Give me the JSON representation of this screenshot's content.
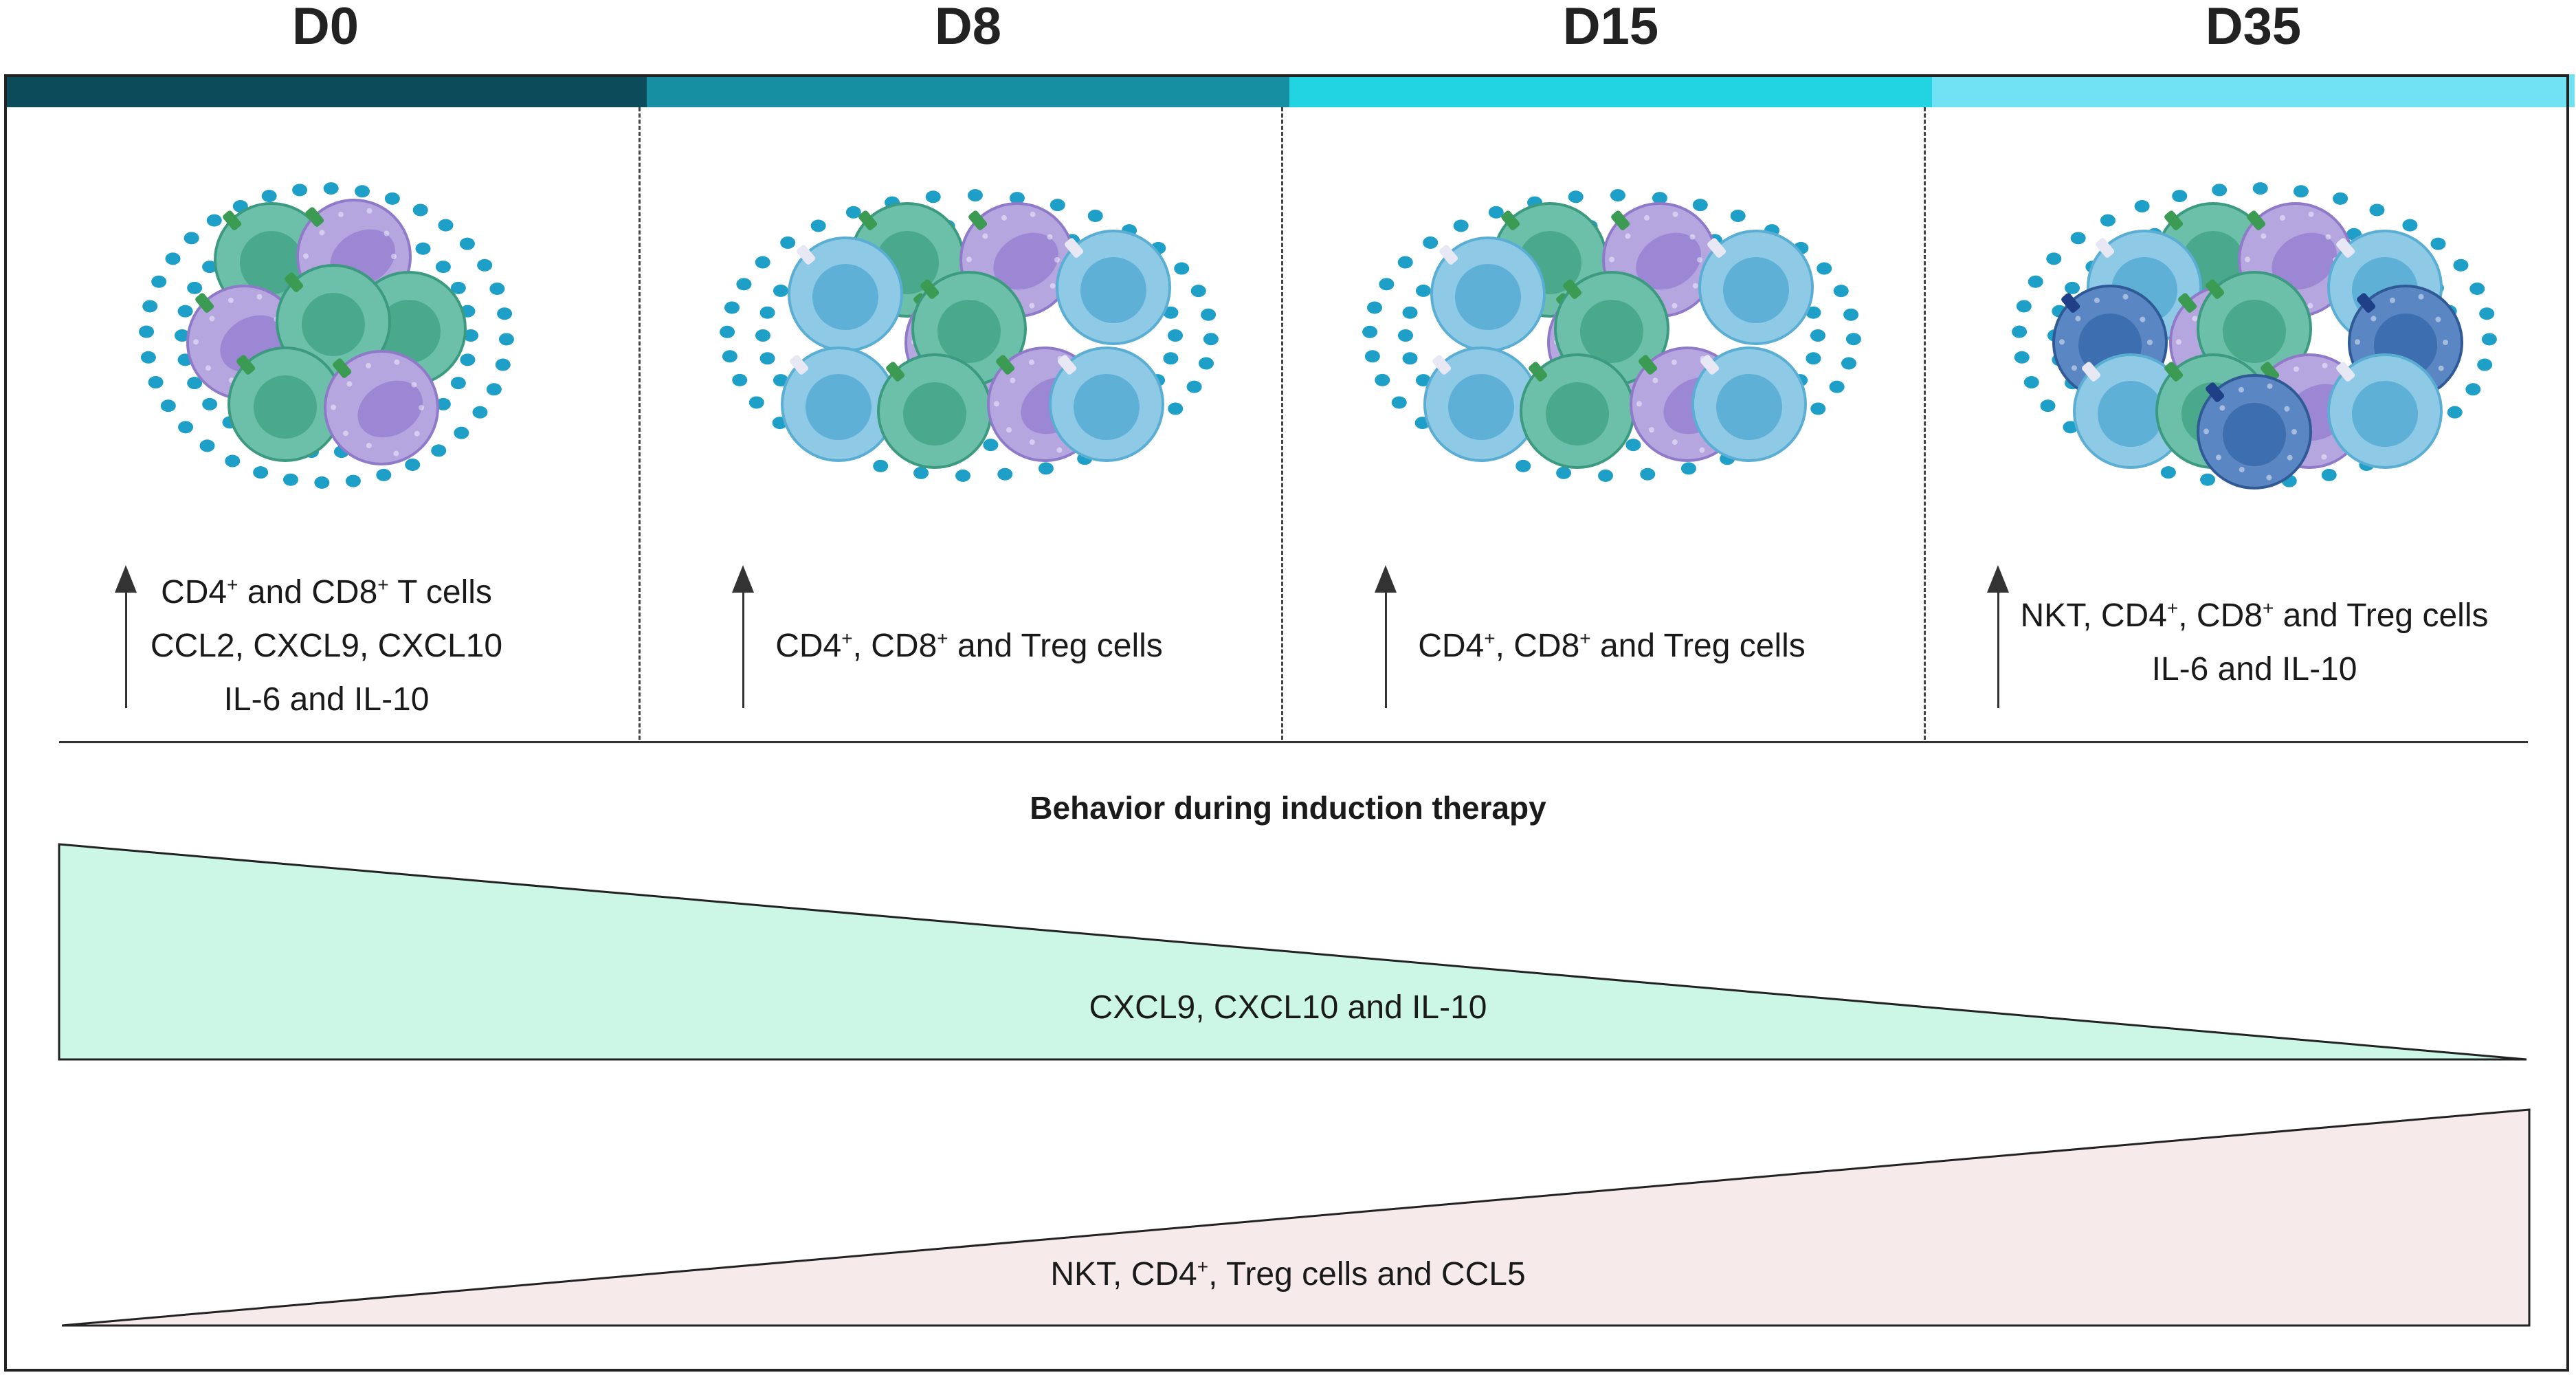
{
  "timepoints": [
    {
      "label": "D0",
      "color": "#0b4b5a"
    },
    {
      "label": "D8",
      "color": "#168fa3"
    },
    {
      "label": "D15",
      "color": "#22d3e2"
    },
    {
      "label": "D35",
      "color": "#70e2f4"
    }
  ],
  "findings": [
    {
      "lines": [
        "CD4⁺ and CD8⁺ T cells",
        "CCL2, CXCL9, CXCL10",
        "IL-6 and IL-10"
      ]
    },
    {
      "lines": [
        "CD4⁺, CD8⁺ and Treg cells"
      ]
    },
    {
      "lines": [
        "CD4⁺, CD8⁺ and Treg cells"
      ]
    },
    {
      "lines": [
        "NKT, CD4⁺, CD8⁺ and Treg cells",
        "IL-6 and IL-10"
      ]
    }
  ],
  "behavior": {
    "heading": "Behavior during induction therapy",
    "decreasing": {
      "label": "CXCL9, CXCL10 and IL-10",
      "color": "#ccf7e6"
    },
    "increasing": {
      "label": "NKT, CD4⁺, Treg cells and CCL5",
      "color": "#f7eaea"
    }
  },
  "icons": {
    "cell_types": [
      "cd4-t-cell",
      "cd8-t-cell",
      "treg-cell",
      "nkt-cell",
      "cytokine-dot"
    ],
    "colors": {
      "teal_cell": "#6cbfa8",
      "purple_cell": "#b5a6e0",
      "blue_cell": "#8ecae6",
      "nkt_cell": "#5b86c4",
      "dot": "#1e9fc8"
    }
  }
}
